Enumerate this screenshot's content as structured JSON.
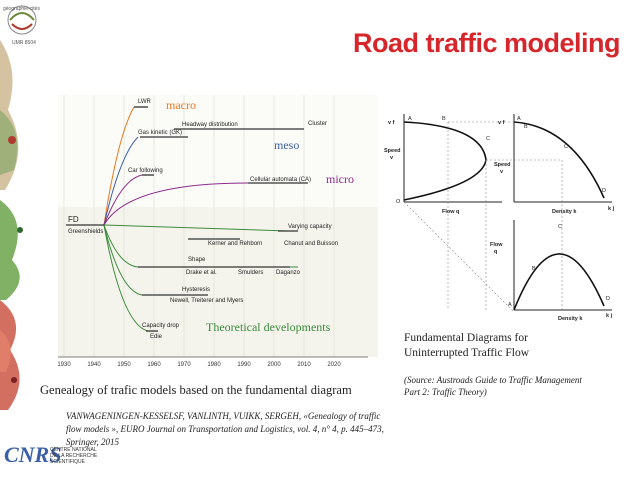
{
  "title": "Road traffic modeling",
  "logo_top": {
    "text": "géographie-cités",
    "sub": "UMR 8504"
  },
  "genealogy": {
    "label_macro": "macro",
    "label_meso": "meso",
    "label_micro": "micro",
    "label_theoretical": "Theoretical developments",
    "root_label": "FD",
    "root_sub": "Greenshields",
    "nodes": {
      "lwr": "LWR",
      "headway": "Headway distribution",
      "cluster": "Cluster",
      "gas_kinetic": "Gas kinetic (GK)",
      "car_following": "Car following",
      "cellular": "Cellular automata (CA)",
      "varying_capacity": "Varying capacity",
      "kerner": "Kerner and Rehborn",
      "chanut": "Chanut and Buisson",
      "shape": "Shape",
      "drake": "Drake et al.",
      "smulders": "Smulders",
      "daganzo": "Daganzo",
      "hysteresis": "Hysteresis",
      "newell": "Newell, Treiterer and Myers",
      "capacity_drop": "Capacity drop",
      "edie": "Edie"
    },
    "years": [
      "1930",
      "1940",
      "1950",
      "1960",
      "1970",
      "1980",
      "1990",
      "2000",
      "2010",
      "2020"
    ]
  },
  "caption_left": "Genealogy of trafic models based on the fundamental diagram",
  "reference": "VANWAGENINGEN-KESSELSF, VANLINTH, VUIKK, SERGEH, «Genealogy of traffic flow models », EURO Journal on Transportation and Logistics, vol. 4, n° 4, p. 445–473, Springer, 2015",
  "fd": {
    "axis_vf": "v f",
    "speed": "Speed",
    "v": "v",
    "flow_q_axis": "Flow  q",
    "density_k": "Density k",
    "kj": "k j",
    "flow": "Flow",
    "q": "q",
    "A": "A",
    "B": "B",
    "C": "C",
    "D": "D",
    "O": "O"
  },
  "fd_title_1": "Fundamental Diagrams for",
  "fd_title_2": "Uninterrupted Traffic Flow",
  "fd_source_1": "(Source: Austroads Guide to Traffic Management",
  "fd_source_2": "Part 2: Traffic Theory)",
  "cnrs": {
    "logo": "CNRS",
    "line1": "CENTRE NATIONAL",
    "line2": "DE LA RECHERCHE",
    "line3": "SCIENTIFIQUE"
  },
  "colors": {
    "title": "#d7262b",
    "macro": "#e8791f",
    "meso": "#3b5fa8",
    "micro": "#8b2a8c",
    "theory": "#3c8b3c"
  }
}
